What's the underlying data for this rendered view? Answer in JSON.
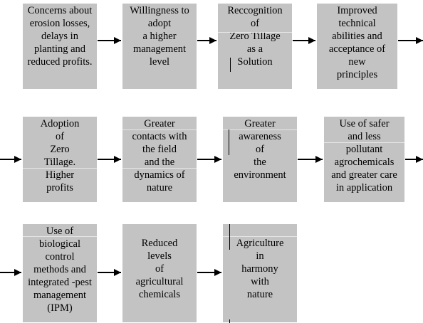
{
  "steps": [
    {
      "lines": [
        "Concerns about",
        "erosion losses,",
        "delays in",
        "planting and",
        "reduced profits."
      ]
    },
    {
      "lines": [
        "Willingness  to",
        "adopt",
        "a higher",
        "management",
        "level"
      ]
    },
    {
      "lines": [
        "Reccognition",
        "of",
        "Zero Tillage",
        "as a",
        "Solution"
      ]
    },
    {
      "lines": [
        "Improved",
        "technical",
        "abilities and",
        "acceptance of",
        "new",
        "principles"
      ]
    },
    {
      "lines": [
        "Adoption",
        "of",
        "Zero",
        "Tillage.",
        "Higher",
        "profits"
      ]
    },
    {
      "lines": [
        "Greater",
        "contacts with",
        "the field",
        "and the",
        "dynamics of",
        "nature"
      ]
    },
    {
      "lines": [
        "Greater",
        "awareness",
        "of",
        "the",
        "environment"
      ]
    },
    {
      "lines": [
        "Use of safer",
        "and less",
        "pollutant",
        "agrochemicals",
        "and greater care",
        "in application"
      ]
    },
    {
      "lines": [
        "Use of",
        "biological",
        "control",
        "methods and",
        "integrated -pest",
        "management",
        "(IPM)"
      ]
    },
    {
      "lines": [
        "Reduced",
        "levels",
        "of",
        "agricultural",
        "chemicals"
      ]
    },
    {
      "lines": [
        "Agriculture",
        "in",
        "harmony",
        "with",
        "nature"
      ]
    }
  ]
}
